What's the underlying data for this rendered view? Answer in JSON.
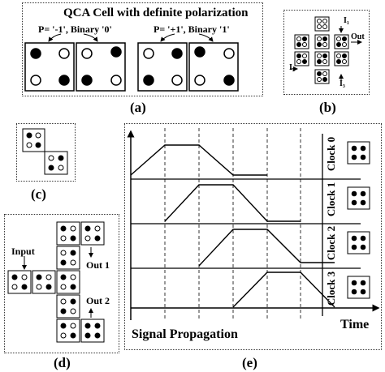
{
  "panel_a": {
    "title": "QCA Cell with definite polarization",
    "left_label": "P= '-1', Binary '0'",
    "right_label": "P= '+1', Binary '1'",
    "caption": "(a)"
  },
  "panel_b": {
    "i1": "I₁",
    "i2": "I₂",
    "i3": "I₃",
    "out": "Out",
    "caption": "(b)"
  },
  "panel_c": {
    "caption": "(c)"
  },
  "panel_d": {
    "input": "Input",
    "out1": "Out 1",
    "out2": "Out 2",
    "caption": "(d)"
  },
  "panel_e": {
    "clocks": [
      "Clock 0",
      "Clock 1",
      "Clock 2",
      "Clock 3"
    ],
    "x_label": "Signal Propagation",
    "time_label": "Time",
    "caption": "(e)"
  }
}
